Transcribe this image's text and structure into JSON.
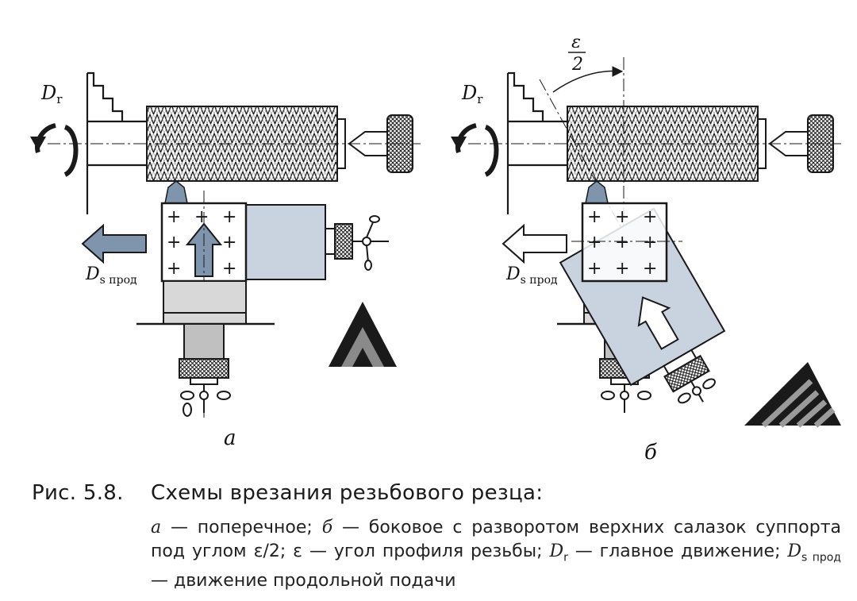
{
  "labels": {
    "rotation": "D",
    "rotation_sub": "r",
    "feed": "D",
    "feed_sub": "s прод",
    "angle_num": "ε",
    "angle_den": "2",
    "scheme_a": "а",
    "scheme_b": "б"
  },
  "caption": {
    "number": "Рис. 5.8.",
    "title": "Схемы врезания резьбового резца:",
    "desc_a_key": "а",
    "desc_a": " — поперечное; ",
    "desc_b_key": "б",
    "desc_b": " — боковое с разворотом верхних салазок суппорта под углом ε/2; ε — угол профиля резьбы; ",
    "desc_dr_main": "D",
    "desc_dr_sub": "r",
    "desc_dr": " — главное движение; ",
    "desc_ds_main": "D",
    "desc_ds_sub": "s прод",
    "desc_ds": " — движение продольной подачи"
  },
  "colors": {
    "line": "#1a1a1a",
    "slide_fill": "#c9d3e0",
    "arrow_fill": "#7f95ae",
    "thread_fill": "#d8d8d8"
  }
}
